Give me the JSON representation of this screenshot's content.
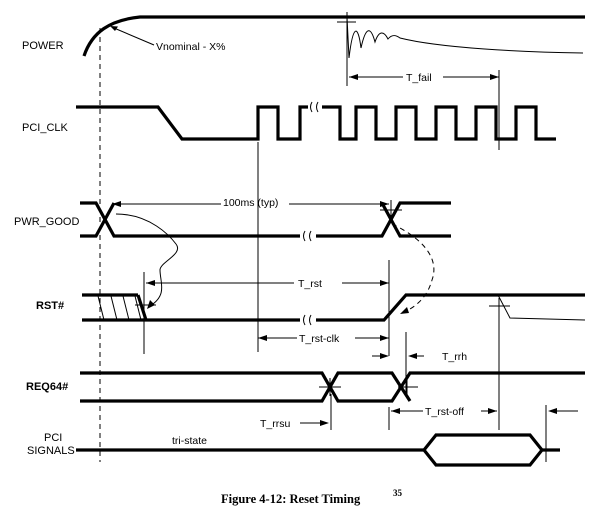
{
  "signals": {
    "power": "POWER",
    "pci_clk": "PCI_CLK",
    "pwr_good": "PWR_GOOD",
    "rst": "RST#",
    "req64": "REQ64#",
    "pci_signals_line1": "PCI",
    "pci_signals_line2": "SIGNALS"
  },
  "annotations": {
    "vnominal": "Vnominal - X%",
    "t_fail": "T_fail",
    "delay_100ms": "100ms (typ)",
    "t_rst": "T_rst",
    "t_rst_clk": "T_rst-clk",
    "t_rrh": "T_rrh",
    "t_rrsu": "T_rrsu",
    "t_rst_off": "T_rst-off",
    "tri_state": "tri-state"
  },
  "caption": {
    "text": "Figure 4-12:  Reset Timing",
    "superscript": "35"
  }
}
